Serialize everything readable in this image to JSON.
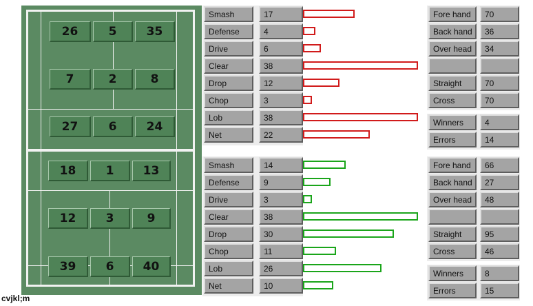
{
  "court": {
    "top_zones": [
      "26",
      "5",
      "35",
      "7",
      "2",
      "8",
      "27",
      "6",
      "24"
    ],
    "bottom_zones": [
      "18",
      "1",
      "13",
      "12",
      "3",
      "9",
      "39",
      "6",
      "40"
    ]
  },
  "top_stats": [
    {
      "label": "Smash",
      "value": "17",
      "bar": 17
    },
    {
      "label": "Defense",
      "value": "4",
      "bar": 4
    },
    {
      "label": "Drive",
      "value": "6",
      "bar": 6
    },
    {
      "label": "Clear",
      "value": "38",
      "bar": 38
    },
    {
      "label": "Drop",
      "value": "12",
      "bar": 12
    },
    {
      "label": "Chop",
      "value": "3",
      "bar": 3
    },
    {
      "label": "Lob",
      "value": "38",
      "bar": 38
    },
    {
      "label": "Net",
      "value": "22",
      "bar": 22
    }
  ],
  "top_right": [
    {
      "label": "Fore hand",
      "value": "70"
    },
    {
      "label": "Back hand",
      "value": "36"
    },
    {
      "label": "Over head",
      "value": "34"
    },
    {
      "label": "",
      "value": ""
    },
    {
      "label": "Straight",
      "value": "70"
    },
    {
      "label": "Cross",
      "value": "70"
    }
  ],
  "top_summary": [
    {
      "label": "Winners",
      "value": "4"
    },
    {
      "label": "Errors",
      "value": "14"
    }
  ],
  "bottom_stats": [
    {
      "label": "Smash",
      "value": "14",
      "bar": 14
    },
    {
      "label": "Defense",
      "value": "9",
      "bar": 9
    },
    {
      "label": "Drive",
      "value": "3",
      "bar": 3
    },
    {
      "label": "Clear",
      "value": "38",
      "bar": 38
    },
    {
      "label": "Drop",
      "value": "30",
      "bar": 30
    },
    {
      "label": "Chop",
      "value": "11",
      "bar": 11
    },
    {
      "label": "Lob",
      "value": "26",
      "bar": 26
    },
    {
      "label": "Net",
      "value": "10",
      "bar": 10
    }
  ],
  "bottom_right": [
    {
      "label": "Fore hand",
      "value": "66"
    },
    {
      "label": "Back hand",
      "value": "27"
    },
    {
      "label": "Over head",
      "value": "48"
    },
    {
      "label": "",
      "value": ""
    },
    {
      "label": "Straight",
      "value": "95"
    },
    {
      "label": "Cross",
      "value": "46"
    }
  ],
  "bottom_summary": [
    {
      "label": "Winners",
      "value": "8"
    },
    {
      "label": "Errors",
      "value": "15"
    }
  ],
  "bar_max": 38,
  "colors": {
    "top_bar": "#d11b1b",
    "bottom_bar": "#1aa51a",
    "court": "#5b8a62"
  },
  "footer_text": "cvjkl;m"
}
